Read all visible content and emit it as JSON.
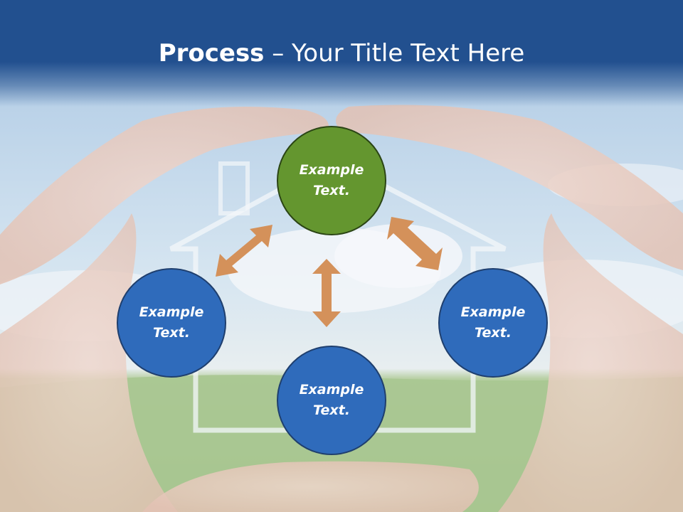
{
  "title": {
    "bold": "Process",
    "rest": " – Your Title Text Here"
  },
  "nodes": {
    "top": {
      "line1": "Example",
      "line2": "Text."
    },
    "left": {
      "line1": "Example",
      "line2": "Text."
    },
    "right": {
      "line1": "Example",
      "line2": "Text."
    },
    "bottom": {
      "line1": "Example",
      "line2": "Text."
    }
  },
  "colors": {
    "header": "#22508f",
    "node_blue": "#2f6bbb",
    "node_green": "#64962f",
    "arrow": "#d4915a"
  }
}
